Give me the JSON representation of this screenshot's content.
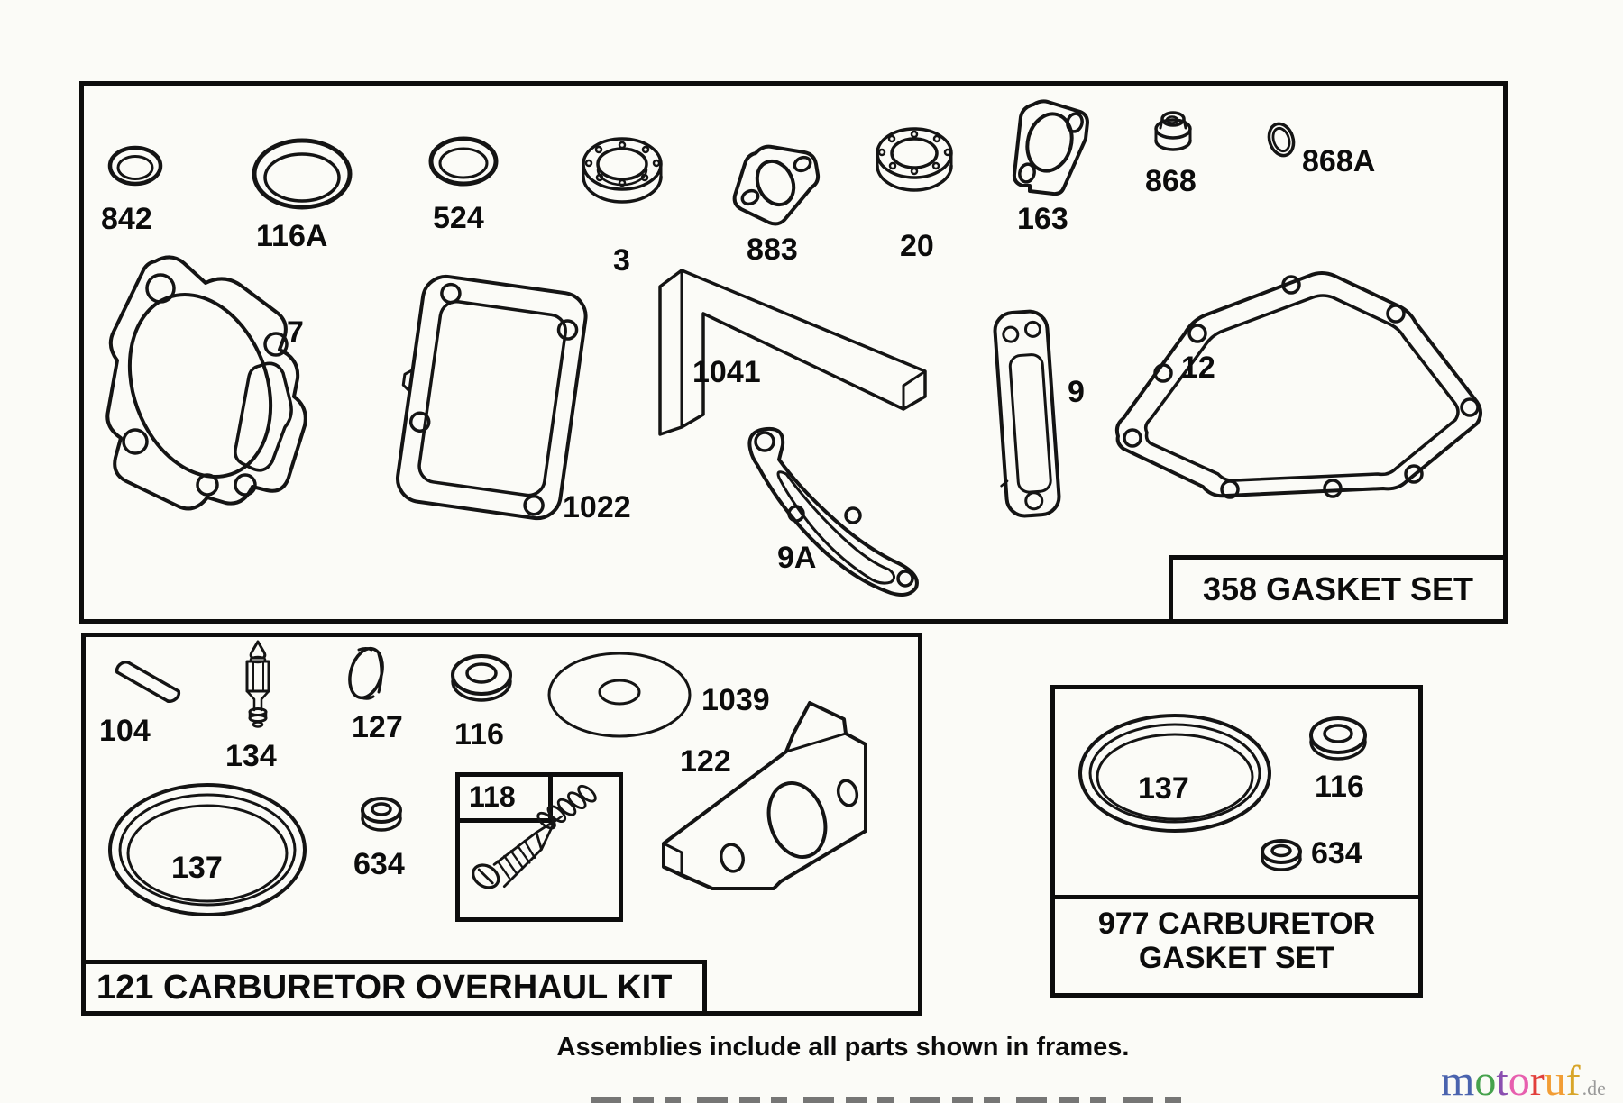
{
  "page": {
    "caption": "Assemblies include all parts shown in frames.",
    "watermark": {
      "text": "motoruf",
      "suffix": ".de",
      "letter_colors": [
        "#4a63ae",
        "#46a24d",
        "#8a4fb0",
        "#e75fae",
        "#e23f3b",
        "#f29d35",
        "#d8a529"
      ],
      "suffix_color": "#9a9a9a"
    }
  },
  "frames": {
    "gasket_set": {
      "label": "358 GASKET SET",
      "parts": [
        {
          "id": "842"
        },
        {
          "id": "116A"
        },
        {
          "id": "524"
        },
        {
          "id": "3"
        },
        {
          "id": "883"
        },
        {
          "id": "20"
        },
        {
          "id": "163"
        },
        {
          "id": "868"
        },
        {
          "id": "868A"
        },
        {
          "id": "7"
        },
        {
          "id": "1022"
        },
        {
          "id": "1041"
        },
        {
          "id": "9A"
        },
        {
          "id": "9"
        },
        {
          "id": "12"
        }
      ]
    },
    "overhaul_kit": {
      "label": "121 CARBURETOR OVERHAUL KIT",
      "parts": [
        {
          "id": "104"
        },
        {
          "id": "134"
        },
        {
          "id": "127"
        },
        {
          "id": "116"
        },
        {
          "id": "1039"
        },
        {
          "id": "122"
        },
        {
          "id": "137"
        },
        {
          "id": "634"
        },
        {
          "id": "118"
        }
      ]
    },
    "carb_gasket_set": {
      "label_line1": "977 CARBURETOR",
      "label_line2": "GASKET SET",
      "parts": [
        {
          "id": "137"
        },
        {
          "id": "116"
        },
        {
          "id": "634"
        }
      ]
    }
  }
}
